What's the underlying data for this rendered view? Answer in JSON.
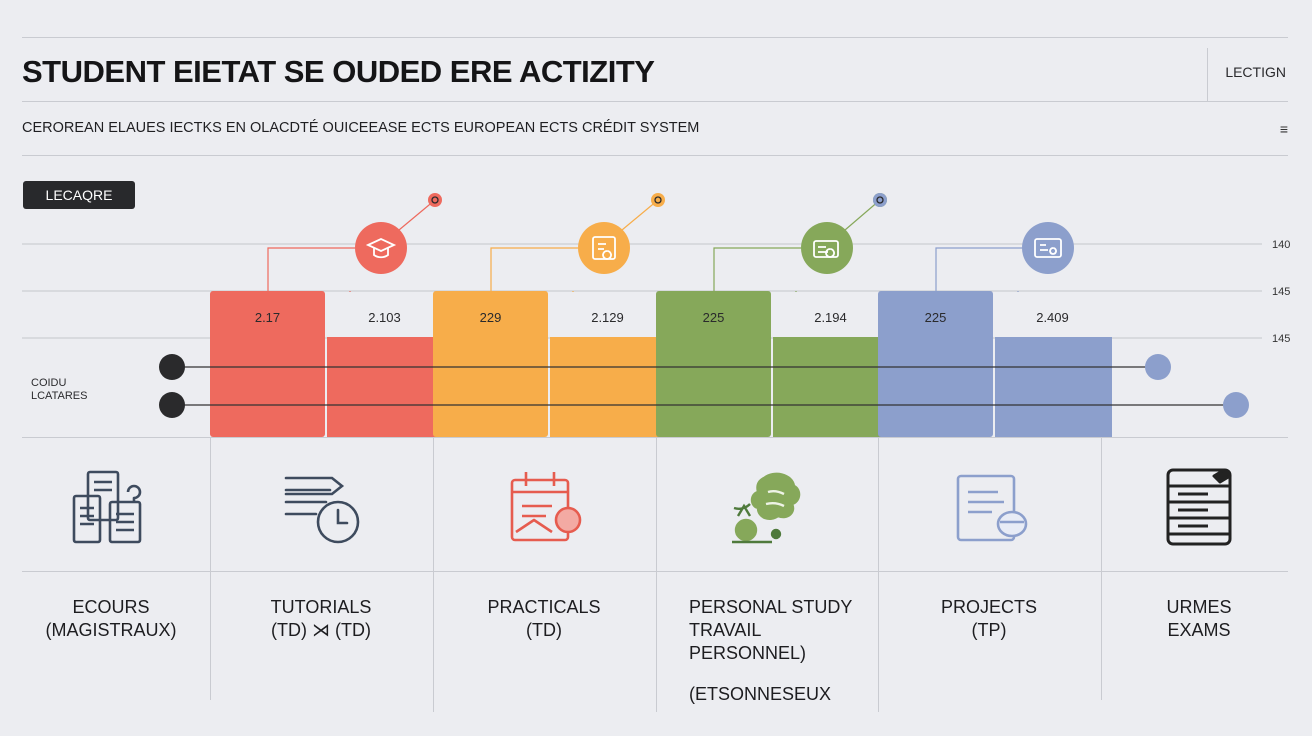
{
  "header": {
    "title": "STUDENT EIETAT SE OUDED ERE ACTIZITY",
    "corner_label": "LECTIGN",
    "subtitle": "CEROREAN ELAUES IECTKS EN OLACDTÉ OUICEEASE ECTS EUROPEAN ECTS CRÉDIT SYSTEM",
    "menu_icon": "≡"
  },
  "badge": {
    "label": "LECAQRE"
  },
  "row_label": {
    "line1": "COIDU",
    "line2": "LCATARES"
  },
  "chart_data": {
    "type": "bar",
    "categories": [
      "ECOURS (MAGISTRAUX)",
      "TUTORIALS (TD) ⋊ (TD)",
      "PRACTICALS (TD)",
      "PERSONAL STUDY TRAVAIL PERSONNEL (ETSONNESEUX",
      "PROJECTS (TP)",
      "URMES EXAMS"
    ],
    "groups": [
      {
        "color": "#ee6a5e",
        "bars": [
          {
            "label": "2.17",
            "level": "tall"
          },
          {
            "label": "2.103",
            "level": "short"
          }
        ],
        "pin_label": "0",
        "icon": "graduation-cap-icon"
      },
      {
        "color": "#f7ad4a",
        "bars": [
          {
            "label": "229",
            "level": "tall"
          },
          {
            "label": "2.129",
            "level": "short"
          }
        ],
        "pin_label": "0",
        "icon": "certificate-icon"
      },
      {
        "color": "#86a85a",
        "bars": [
          {
            "label": "225",
            "level": "tall"
          },
          {
            "label": "2.194",
            "level": "short"
          }
        ],
        "pin_label": "0",
        "icon": "projector-icon"
      },
      {
        "color": "#8c9fcc",
        "bars": [
          {
            "label": "225",
            "level": "tall"
          },
          {
            "label": "2.409",
            "level": "short"
          }
        ],
        "pin_label": "",
        "icon": "presentation-icon"
      }
    ],
    "right_ticks": [
      "140",
      "145",
      "145"
    ],
    "grid": true
  },
  "bottom": {
    "items": [
      {
        "lines": [
          "ECOURS",
          "(MAGISTRAUX)"
        ],
        "icon": "documents-icon"
      },
      {
        "lines": [
          "TUTORIALS",
          "(TD) ⋊ (TD)"
        ],
        "icon": "clock-list-icon"
      },
      {
        "lines": [
          "PRACTICALS",
          "(TD)"
        ],
        "icon": "calendar-icon"
      },
      {
        "lines": [
          "PERSONAL STUDY",
          "TRAVAIL",
          "PERSONNEL)",
          "(ETSONNESEUX"
        ],
        "icon": "study-blob-icon"
      },
      {
        "lines": [
          "PROJECTS",
          "(TP)"
        ],
        "icon": "document-stamp-icon"
      },
      {
        "lines": [
          "URMES",
          "EXAMS"
        ],
        "icon": "exam-sheet-icon"
      }
    ]
  }
}
